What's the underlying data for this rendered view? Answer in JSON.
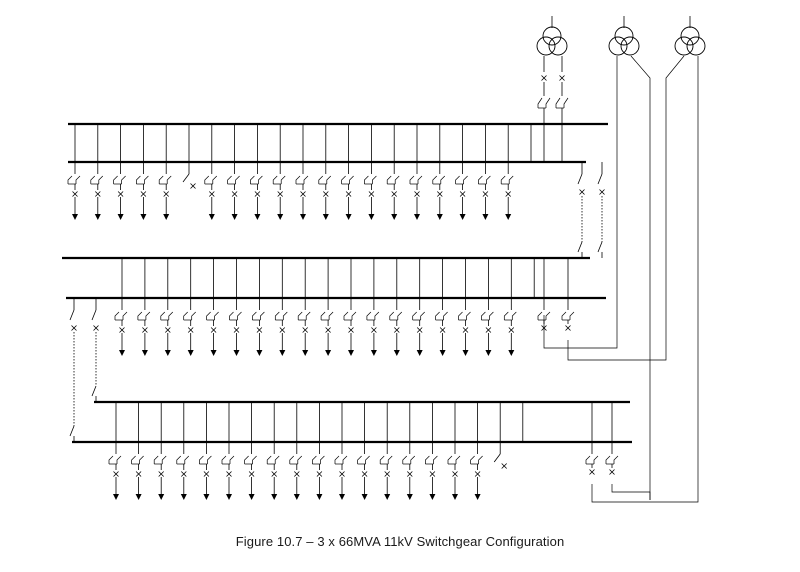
{
  "figure": {
    "caption": "Figure 10.7 – 3 x 66MVA 11kV Switchgear Configuration"
  },
  "diagram": {
    "line_color": "#000000",
    "background": "#ffffff",
    "transformer_count": 3,
    "switchboard_count": 3,
    "switchboards": [
      {
        "id": "board-1",
        "feeder_panels": 20,
        "panels_with_open_feeder": [
          6
        ]
      },
      {
        "id": "board-2",
        "feeder_panels": 18,
        "panels_with_open_feeder": []
      },
      {
        "id": "board-3",
        "feeder_panels": 18,
        "panels_with_open_feeder": [
          18
        ]
      }
    ]
  }
}
